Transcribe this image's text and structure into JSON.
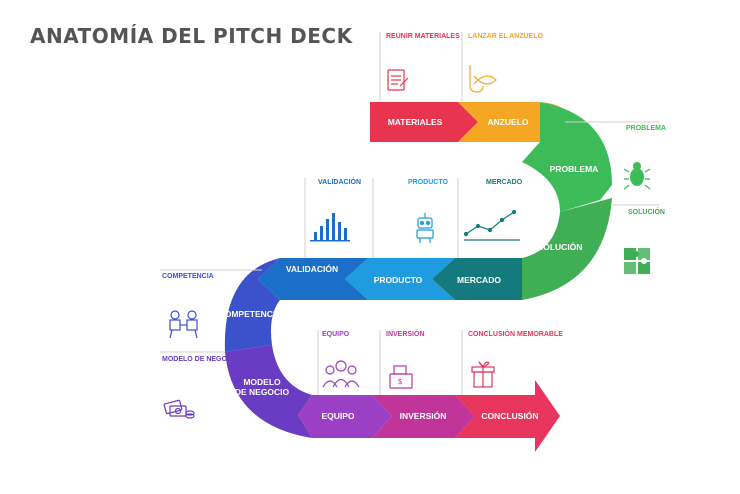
{
  "title": "ANATOMÍA DEL PITCH DECK",
  "colors": {
    "materiales": "#e8344e",
    "anzuelo": "#f5a623",
    "problema": "#3dbb58",
    "solucion": "#3fae55",
    "mercado": "#147a7e",
    "producto": "#1f9be0",
    "validacion": "#1c6fc9",
    "competencia": "#3c52cc",
    "modelo": "#6a3cc4",
    "equipo": "#9b3fc4",
    "inversion": "#c1359b",
    "conclusion": "#e7355e",
    "line": "#d0d0d0",
    "text": "#555555"
  },
  "stages": [
    {
      "id": "materiales",
      "label": "MATERIALES"
    },
    {
      "id": "anzuelo",
      "label": "ANZUELO"
    },
    {
      "id": "problema",
      "label": "PROBLEMA"
    },
    {
      "id": "solucion",
      "label": "SOLUCIÓN"
    },
    {
      "id": "mercado",
      "label": "MERCADO"
    },
    {
      "id": "producto",
      "label": "PRODUCTO"
    },
    {
      "id": "validacion",
      "label": "VALIDACIÓN"
    },
    {
      "id": "competencia",
      "label": "COMPETENCIA"
    },
    {
      "id": "modelo",
      "label": "MODELO DE NEGOCIO"
    },
    {
      "id": "equipo",
      "label": "EQUIPO"
    },
    {
      "id": "inversion",
      "label": "INVERSIÓN"
    },
    {
      "id": "conclusion",
      "label": "CONCLUSIÓN"
    }
  ],
  "notes": {
    "reunir_materiales": {
      "title": "REUNIR MATERIALES",
      "icon": "document-icon"
    },
    "lanzar_anzuelo": {
      "title": "LANZAR EL ANZUELO",
      "icon": "fish-hook-icon"
    },
    "problema": {
      "title": "PROBLEMA",
      "icon": "bug-icon"
    },
    "solucion": {
      "title": "SOLUCIÓN",
      "icon": "puzzle-icon"
    },
    "validacion": {
      "title": "VALIDACIÓN",
      "icon": "bar-chart-icon"
    },
    "producto": {
      "title": "PRODUCTO",
      "icon": "robot-icon"
    },
    "mercado": {
      "title": "MERCADO",
      "icon": "line-chart-icon"
    },
    "competencia": {
      "title": "COMPETENCIA",
      "icon": "team-icon"
    },
    "modelo_negocio": {
      "title": "MODELO DE NEGOCIO",
      "icon": "money-icon"
    },
    "equipo": {
      "title": "EQUIPO",
      "icon": "people-icon"
    },
    "inversion": {
      "title": "INVERSIÓN",
      "icon": "cash-register-icon"
    },
    "conclusion_memorable": {
      "title": "CONCLUSIÓN MEMORABLE",
      "icon": "gift-icon"
    }
  }
}
